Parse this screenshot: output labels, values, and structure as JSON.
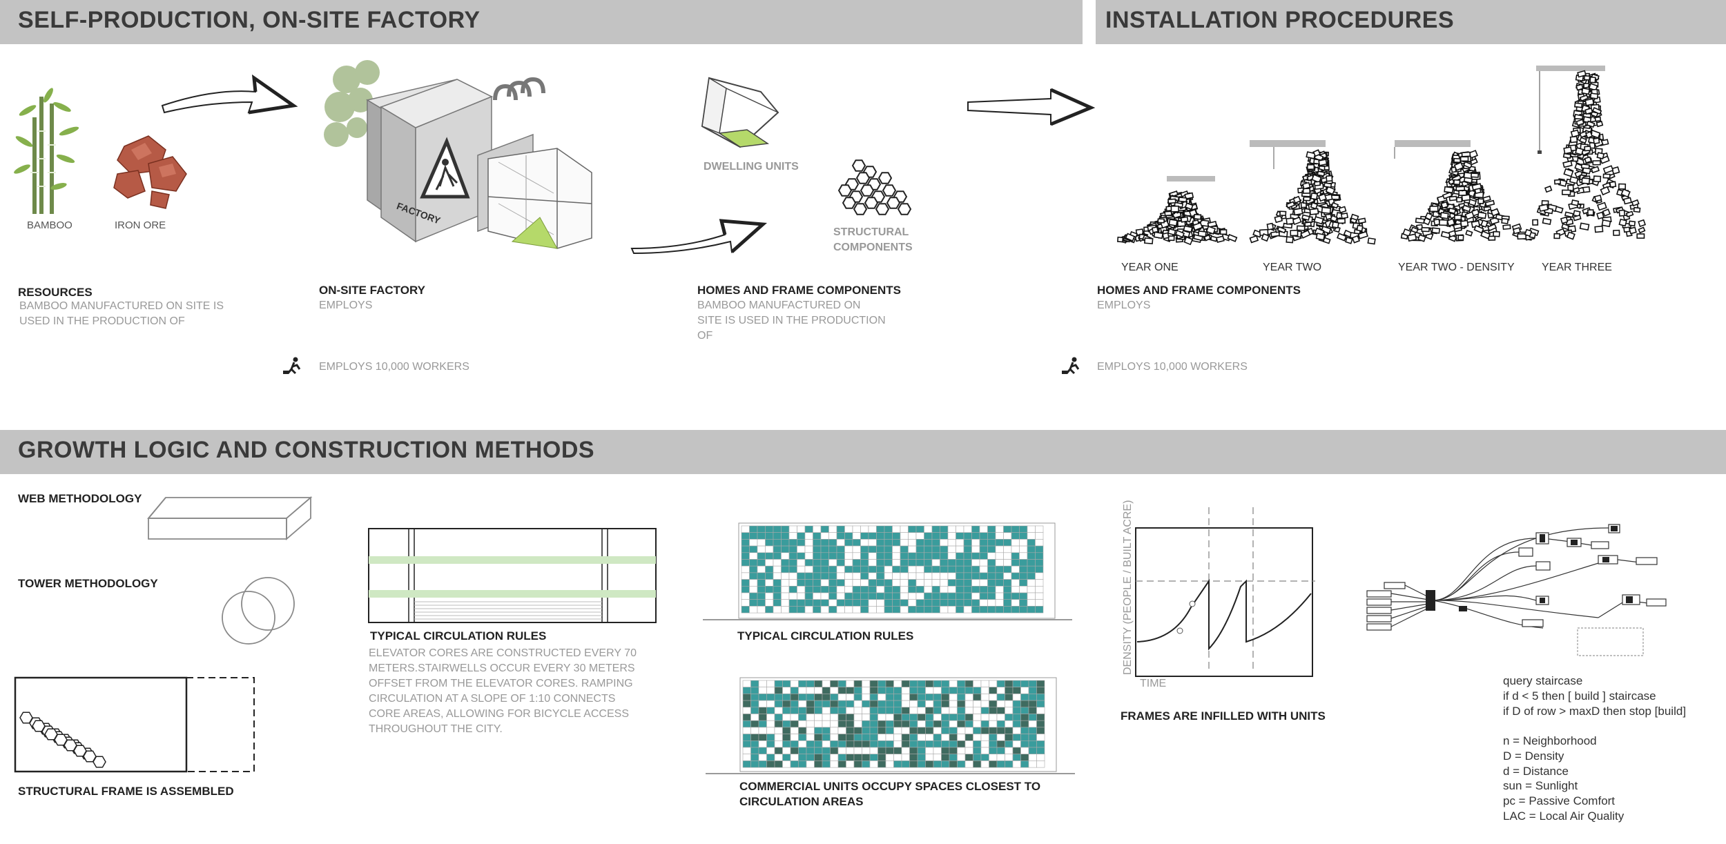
{
  "sections": {
    "self_production": "SELF-PRODUCTION, ON-SITE FACTORY",
    "installation": "INSTALLATION PROCEDURES",
    "growth": "GROWTH LOGIC AND CONSTRUCTION METHODS"
  },
  "resources": {
    "bamboo_label": "BAMBOO",
    "iron_label": "IRON ORE",
    "title": "RESOURCES",
    "body": [
      "BAMBOO MANUFACTURED ON SITE IS",
      "USED IN THE PRODUCTION OF"
    ]
  },
  "factory": {
    "sign_text": "FACTORY",
    "title": "ON-SITE FACTORY",
    "body": "EMPLOYS",
    "workers": "EMPLOYS 10,000 WORKERS"
  },
  "components": {
    "dwelling_label": "DWELLING UNITS",
    "structural_label": [
      "STRUCTURAL",
      "COMPONENTS"
    ],
    "title": "HOMES AND FRAME COMPONENTS",
    "body": [
      "BAMBOO MANUFACTURED ON",
      "SITE IS USED IN THE PRODUCTION",
      "OF"
    ]
  },
  "installation": {
    "years": [
      "YEAR ONE",
      "YEAR TWO",
      "YEAR TWO - DENSITY",
      "YEAR THREE"
    ],
    "title": "HOMES AND FRAME COMPONENTS",
    "body": "EMPLOYS",
    "workers": "EMPLOYS 10,000 WORKERS"
  },
  "growth": {
    "web_label": "WEB METHODOLOGY",
    "tower_label": "TOWER METHODOLOGY",
    "frame_label": "STRUCTURAL FRAME IS ASSEMBLED",
    "circ_title": "TYPICAL CIRCULATION RULES",
    "circ_body": [
      "ELEVATOR CORES ARE CONSTRUCTED EVERY 70",
      "METERS.STAIRWELLS OCCUR EVERY 30 METERS",
      "OFFSET FROM THE ELEVATOR CORES. RAMPING",
      "CIRCULATION AT A SLOPE OF 1:10 CONNECTS",
      "CORE AREAS, ALLOWING FOR BICYCLE ACCESS",
      "THROUGHOUT THE CITY."
    ],
    "grid1_title": "TYPICAL CIRCULATION RULES",
    "grid2_title": [
      "COMMERCIAL UNITS OCCUPY SPACES CLOSEST TO",
      "CIRCULATION AREAS"
    ],
    "graph_ylabel": "DENSITY (PEOPLE / BUILT ACRE)",
    "graph_xlabel": "TIME",
    "graph_title": "FRAMES ARE INFILLED WITH UNITS",
    "code_lines": [
      "query staircase",
      "if d < 5 then [ build ] staircase",
      "if D of row > maxD then stop [build]",
      "",
      "n = Neighborhood",
      "D = Density",
      "d = Distance",
      "sun = Sunlight",
      "pc = Passive Comfort",
      "LAC = Local Air Quality"
    ]
  },
  "colors": {
    "band": "#c3c3c3",
    "teal": "#3a9c9c",
    "dark_teal": "#3f6b60",
    "lime": "#b5d96a",
    "circulation_green": "#cfe8c3"
  }
}
